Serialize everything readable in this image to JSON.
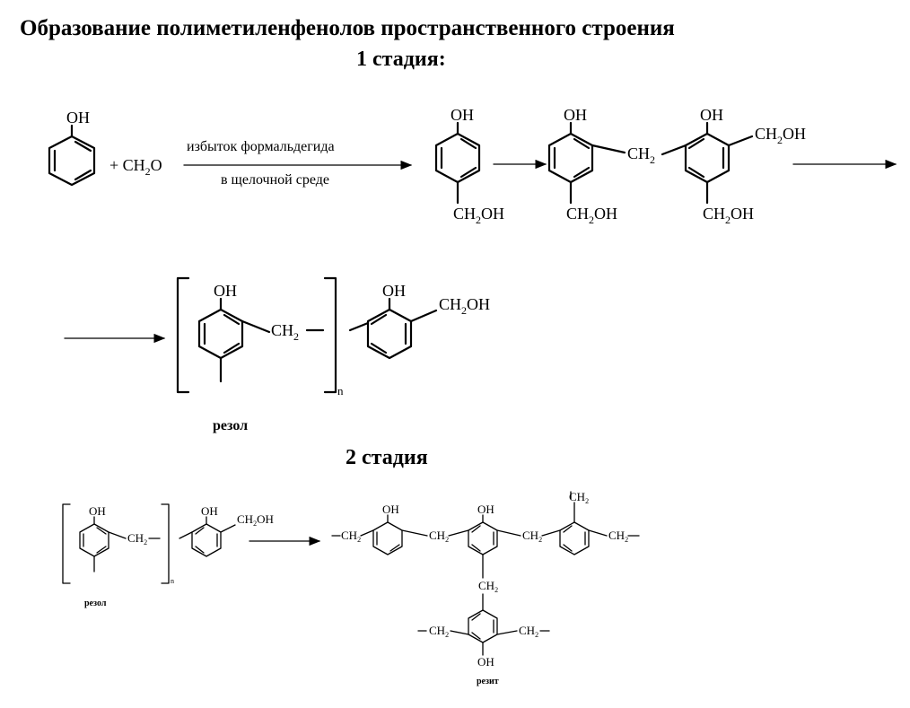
{
  "title": "Образование полиметиленфенолов пространственного строения",
  "stage1_label": "1 стадия:",
  "stage2_label": "2 стадия",
  "reaction1": {
    "plus_reagent": "+ CH",
    "reagent_sub": "2",
    "reagent_tail": "O",
    "condition_top": "избыток формальдегида",
    "condition_bottom": "в щелочной среде"
  },
  "groups": {
    "oh": "OH",
    "ch": "CH",
    "two": "2",
    "o": "O",
    "h": "H",
    "ch2oh_tail": "OH",
    "n": "n"
  },
  "names": {
    "resol": "резол",
    "resit": "резит"
  },
  "colors": {
    "ink": "#000000",
    "background": "#ffffff"
  }
}
